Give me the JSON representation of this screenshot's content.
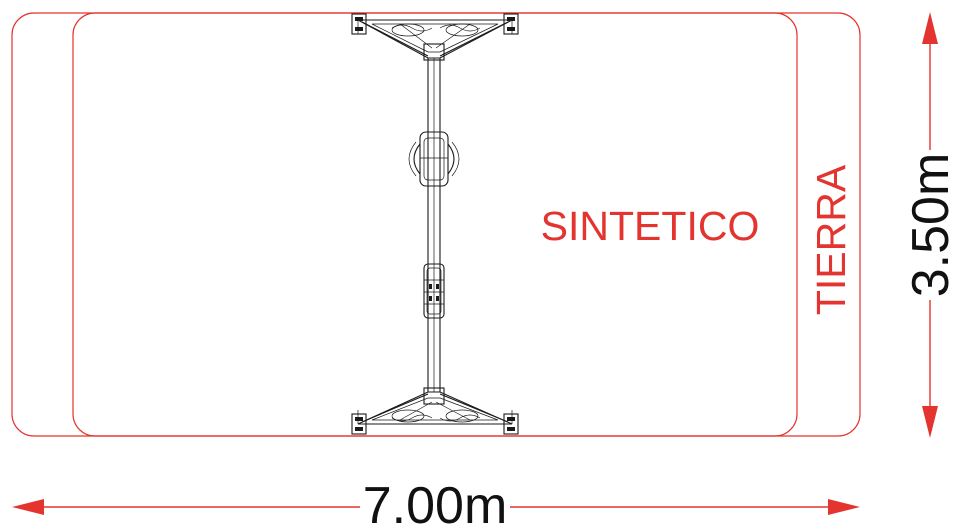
{
  "labels": {
    "inner_surface": "SINTETICO",
    "outer_surface": "TIERRA",
    "width_dimension": "7.00m",
    "height_dimension": "3.50m"
  },
  "colors": {
    "annotation": "#e3342f",
    "equipment": "#1a1a1a",
    "background": "#ffffff"
  }
}
